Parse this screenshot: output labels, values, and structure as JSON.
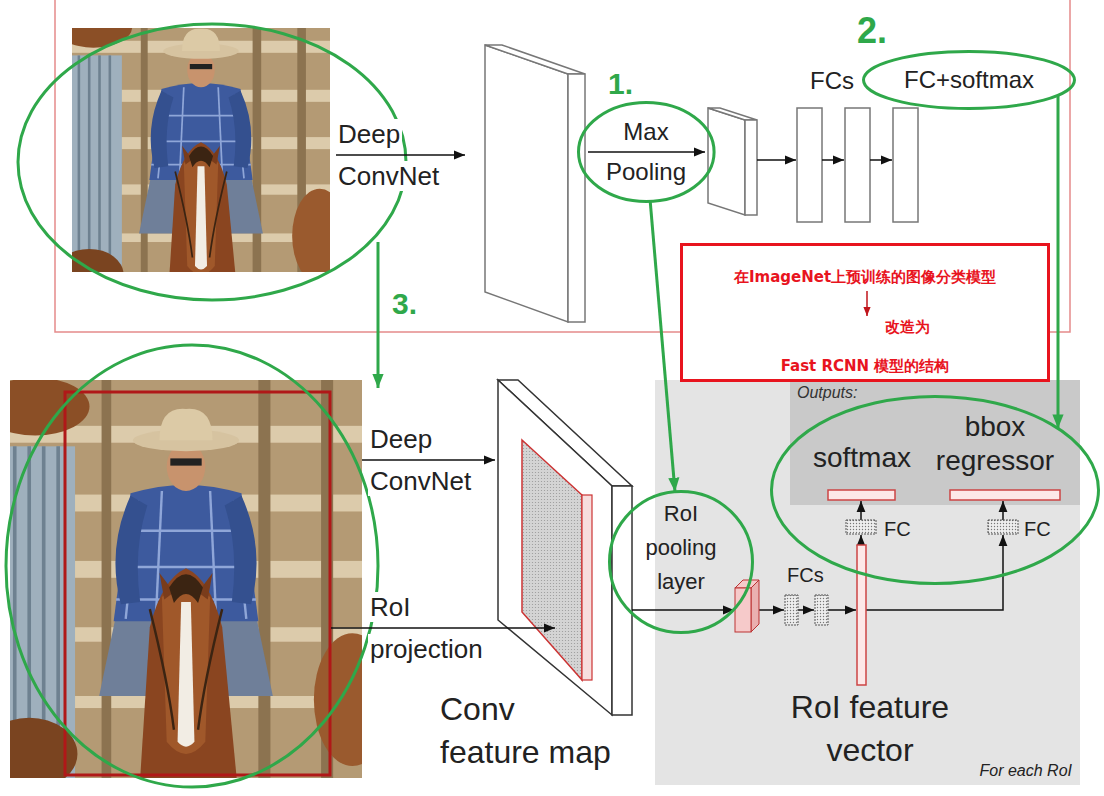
{
  "diagram": {
    "nodes": [
      {
        "text": [
          "Max Pooling"
        ]
      },
      {
        "text": [
          "FC+softmax"
        ]
      },
      {
        "text": [
          "在ImageNet上预训练的图像分类模型",
          "改造为",
          "Fast RCNN 模型的结构"
        ]
      },
      {
        "text": [
          "RoI pooling layer"
        ]
      },
      {
        "text": [
          "FCs",
          "RoI feature vector",
          "For each RoI"
        ]
      },
      {
        "text": [
          "Outputs:"
        ],
        "in": 4
      },
      {
        "text": [
          "softmax",
          "bbox regressor",
          "FC",
          "FC"
        ],
        "in": 4
      }
    ],
    "edges": [
      {
        "from": 0,
        "to": 3,
        "arrow": "to"
      },
      {
        "from": 1,
        "to": 6,
        "arrow": "to"
      }
    ],
    "labels": [
      "2.",
      "1.",
      "Deep ConvNet",
      "FCs",
      "3.",
      "Deep ConvNet",
      "RoI projection",
      "Conv feature map"
    ]
  }
}
